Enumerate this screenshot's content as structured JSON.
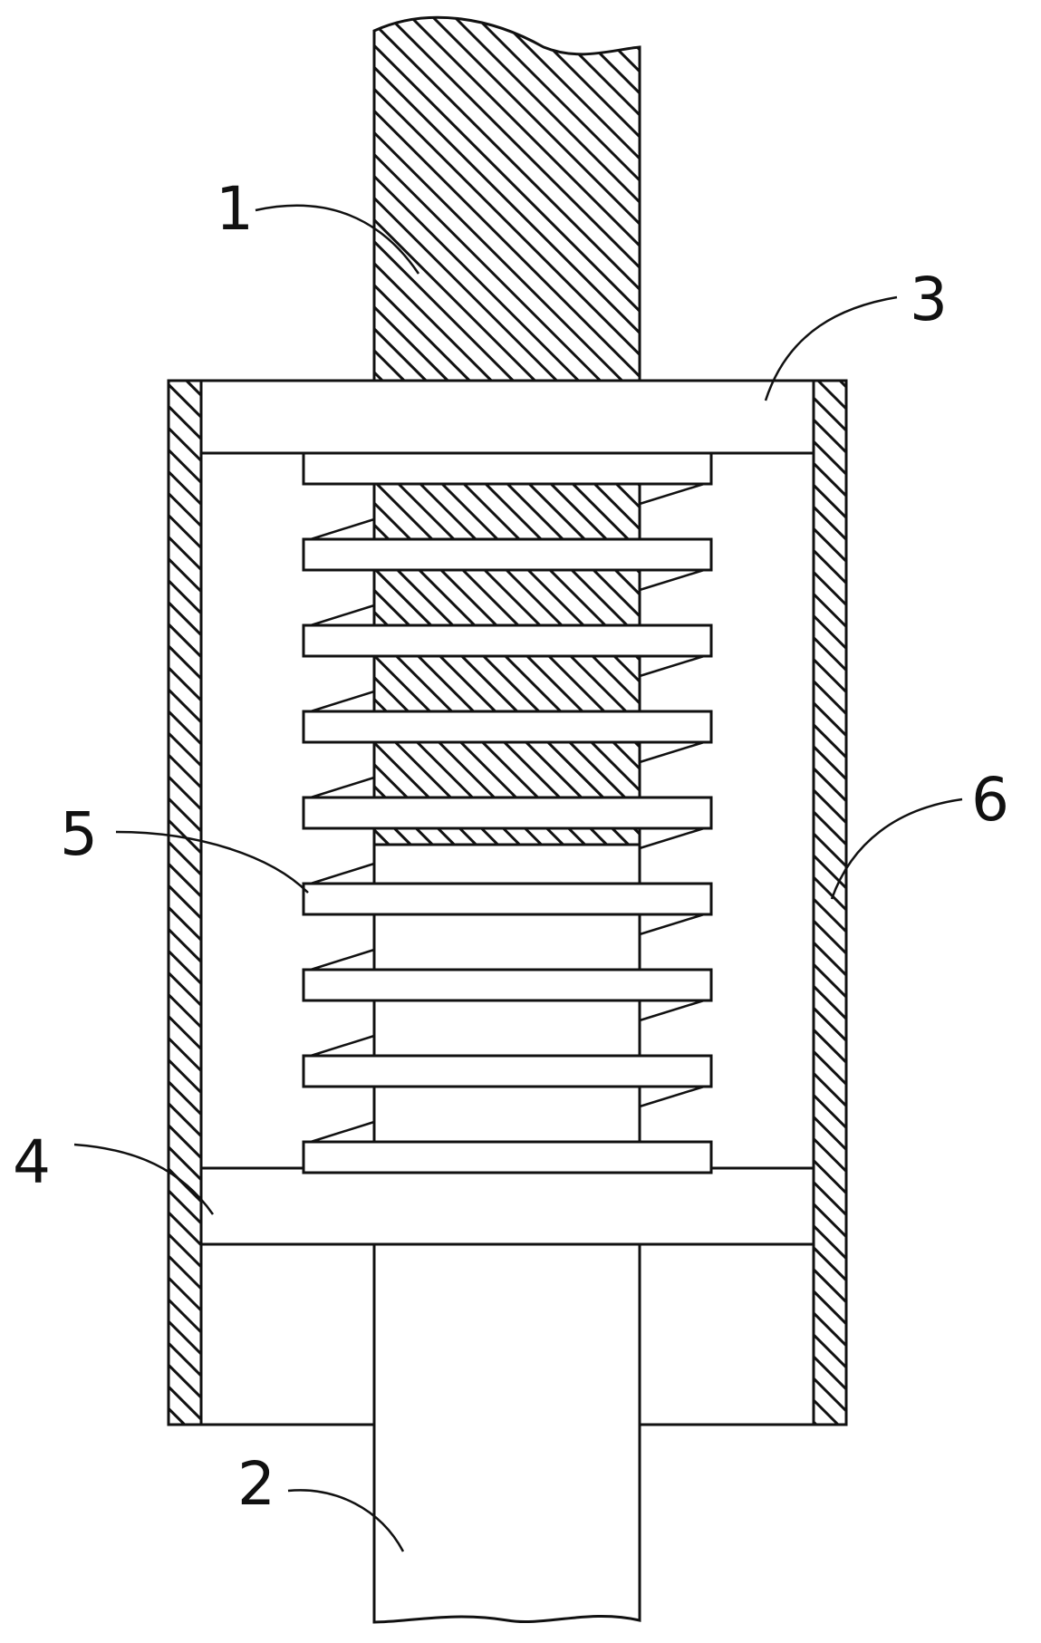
{
  "diagram": {
    "labels": {
      "upper_rod": "1",
      "lower_rod": "2",
      "upper_plate": "3",
      "lower_plate": "4",
      "spring": "5",
      "sleeve": "6"
    },
    "colors": {
      "stroke": "#111111",
      "fill": "#ffffff",
      "hatch": "#111111"
    },
    "spring_rings": 9
  }
}
